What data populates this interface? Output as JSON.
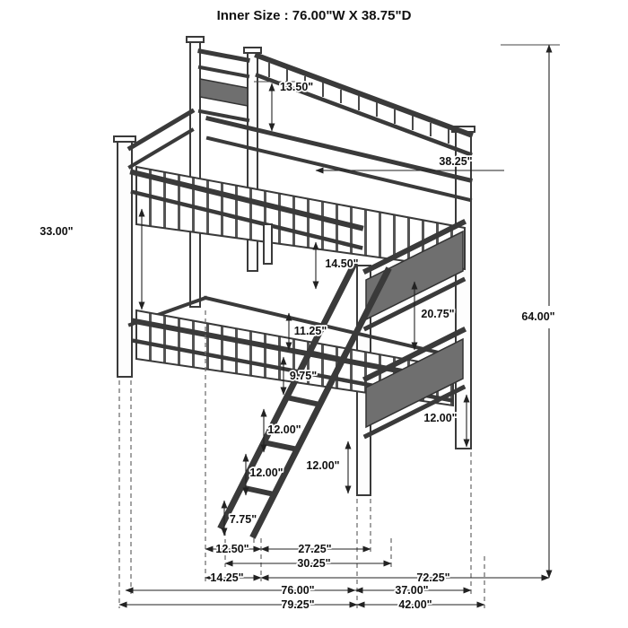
{
  "title": "Inner Size : 76.00\"W X 38.75\"D",
  "dimensions": {
    "top_rail_height": "13.50\"",
    "bed_depth": "38.25\"",
    "bunk_gap_head": "33.00\"",
    "guardrail_depth": "14.50\"",
    "bunk_gap_foot": "20.75\"",
    "overall_height": "64.00\"",
    "ladder_step_1": "11.25\"",
    "ladder_step_2": "9.75\"",
    "ladder_step_3": "12.00\"",
    "ladder_step_4": "12.00\"",
    "front_post_clearance": "12.00\"",
    "foot_clearance": "12.00\"",
    "ladder_bottom_height": "7.75\"",
    "ladder_base_span": "27.25\"",
    "ladder_total_span": "30.25\"",
    "ladder_offset": "12.50\"",
    "head_offset": "14.25\"",
    "frame_span": "72.25\"",
    "inner_length": "76.00\"",
    "inner_width": "37.00\"",
    "overall_length": "79.25\"",
    "overall_width": "42.00\""
  }
}
